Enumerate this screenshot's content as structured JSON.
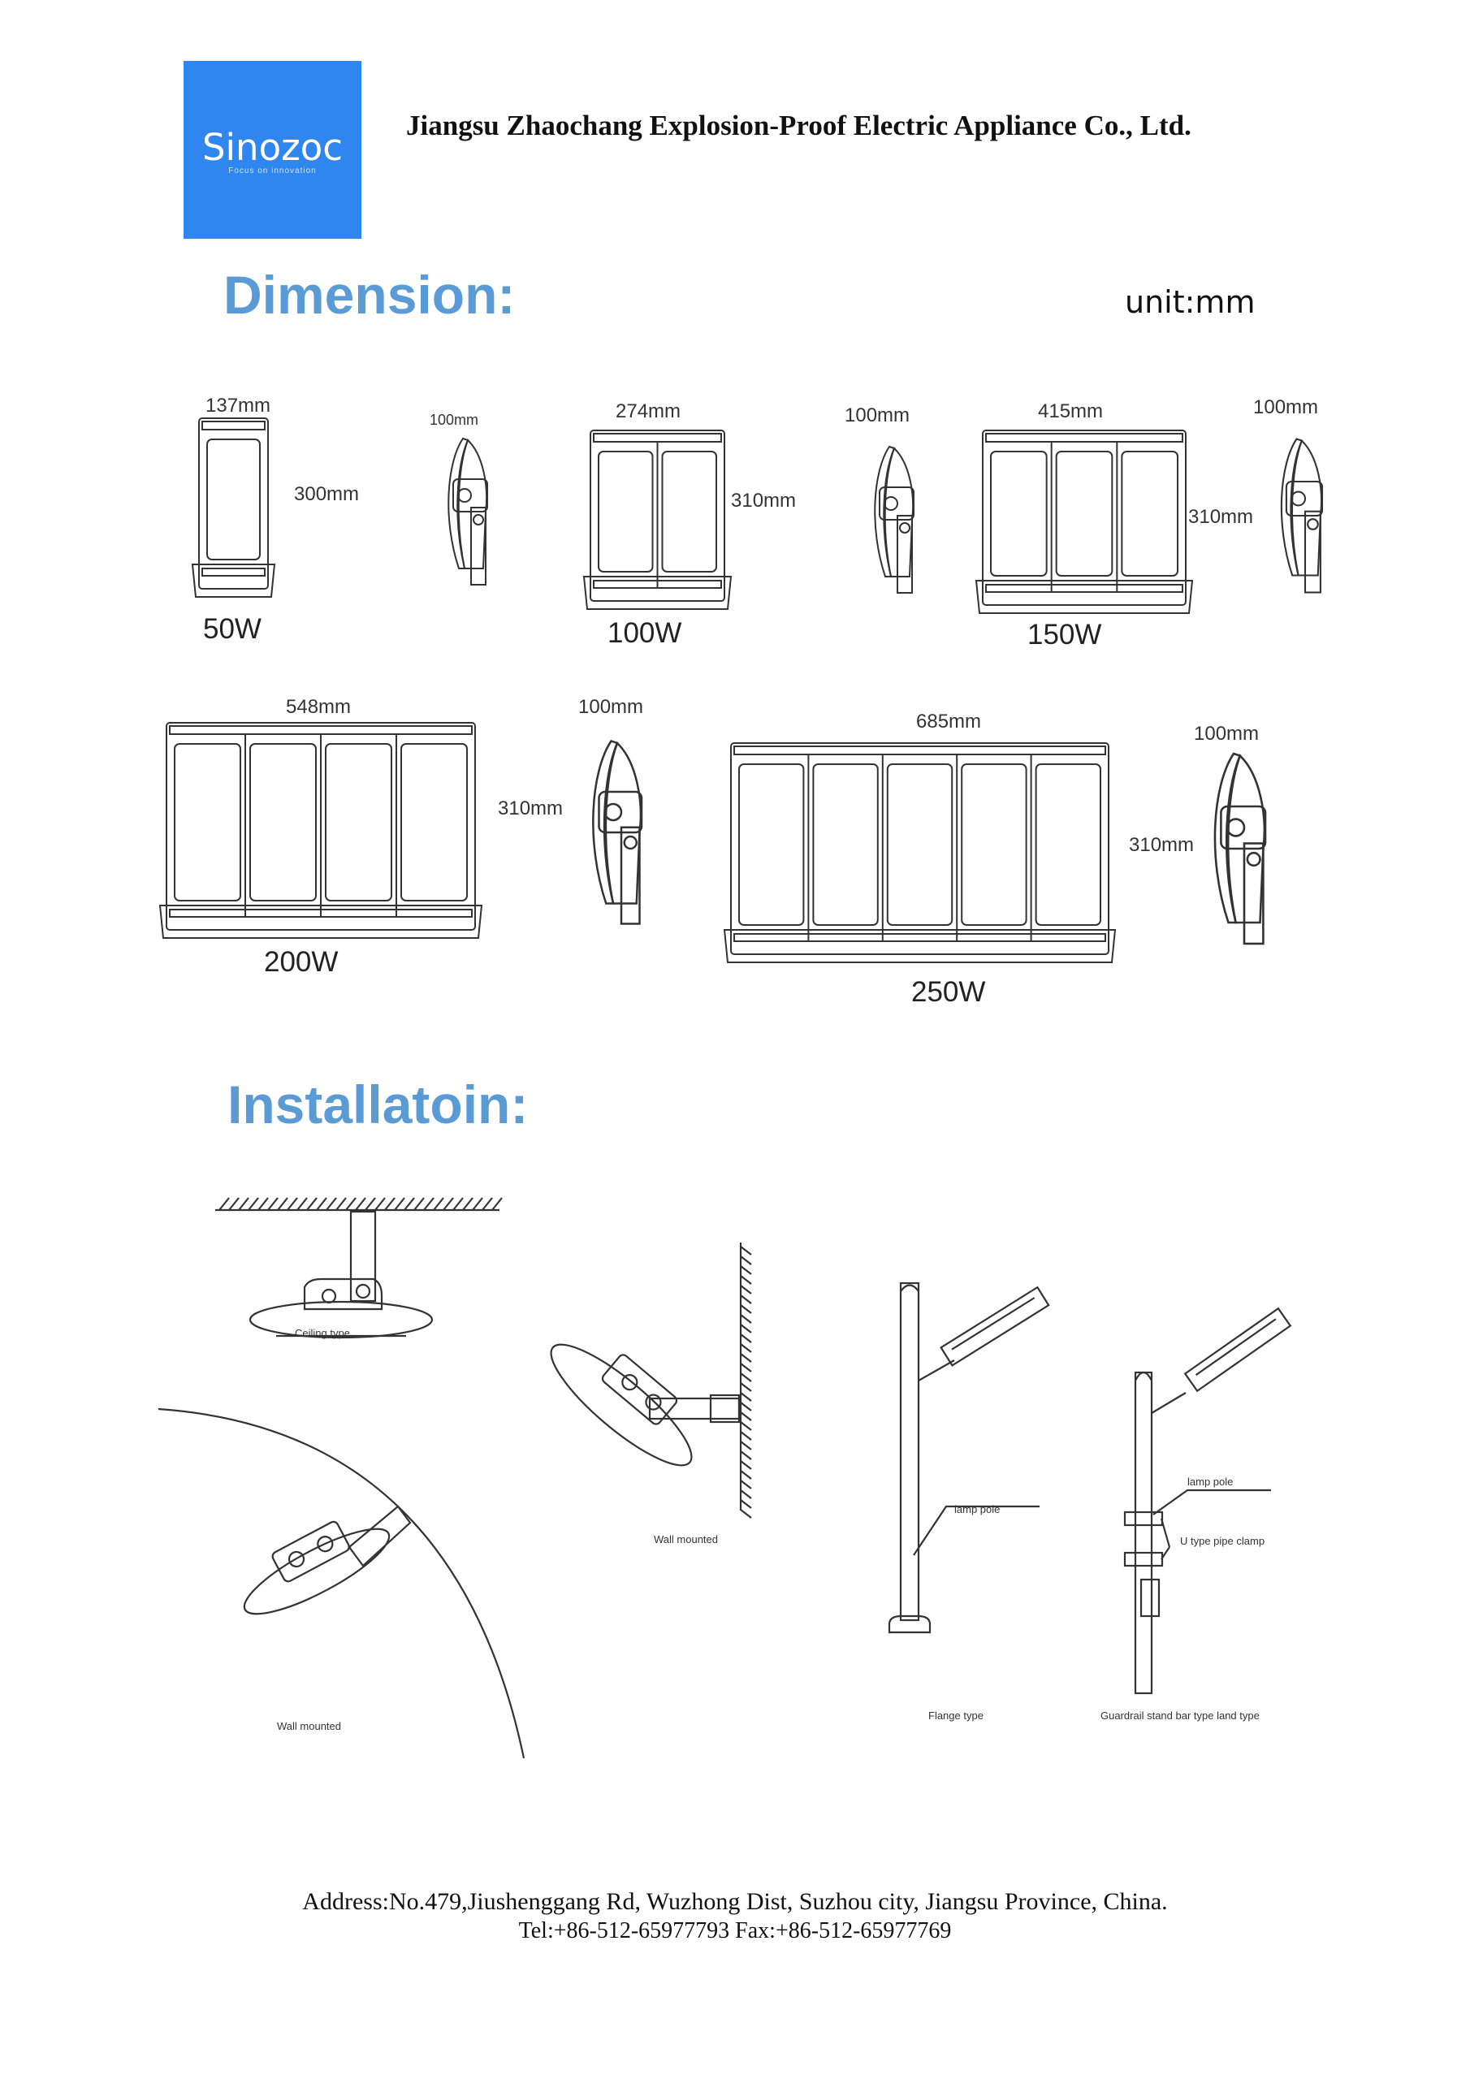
{
  "header": {
    "logo_name": "Sinozoc",
    "logo_tagline": "Focus on innovation",
    "company_name": "Jiangsu Zhaochang Explosion-Proof Electric Appliance Co., Ltd."
  },
  "dimension": {
    "title": "Dimension:",
    "unit": "unit:mm",
    "models": [
      {
        "watt": "50W",
        "width": "137mm",
        "height": "300mm",
        "depth": "100mm",
        "modules": 1
      },
      {
        "watt": "100W",
        "width": "274mm",
        "height": "310mm",
        "depth": "100mm",
        "modules": 2
      },
      {
        "watt": "150W",
        "width": "415mm",
        "height": "310mm",
        "depth": "100mm",
        "modules": 3
      },
      {
        "watt": "200W",
        "width": "548mm",
        "height": "310mm",
        "depth": "100mm",
        "modules": 4
      },
      {
        "watt": "250W",
        "width": "685mm",
        "height": "310mm",
        "depth": "100mm",
        "modules": 5
      }
    ]
  },
  "installation": {
    "title": "Installatoin:",
    "captions": {
      "ceiling": "Ceiling type",
      "wall_mounted_1": "Wall mounted",
      "wall_mounted_2": "Wall mounted",
      "flange": "Flange type",
      "guardrail": "Guardrail stand bar type land type"
    },
    "labels": {
      "lamp_pole_1": "lamp pole",
      "lamp_pole_2": "lamp pole",
      "u_clamp": "U type pipe clamp"
    }
  },
  "footer": {
    "address": "Address:No.479,Jiushenggang Rd, Wuzhong Dist, Suzhou city, Jiangsu Province, China.",
    "contact": "Tel:+86-512-65977793  Fax:+86-512-65977769"
  },
  "colors": {
    "logo_bg": "#2f86ee",
    "heading": "#5b9bd5"
  }
}
